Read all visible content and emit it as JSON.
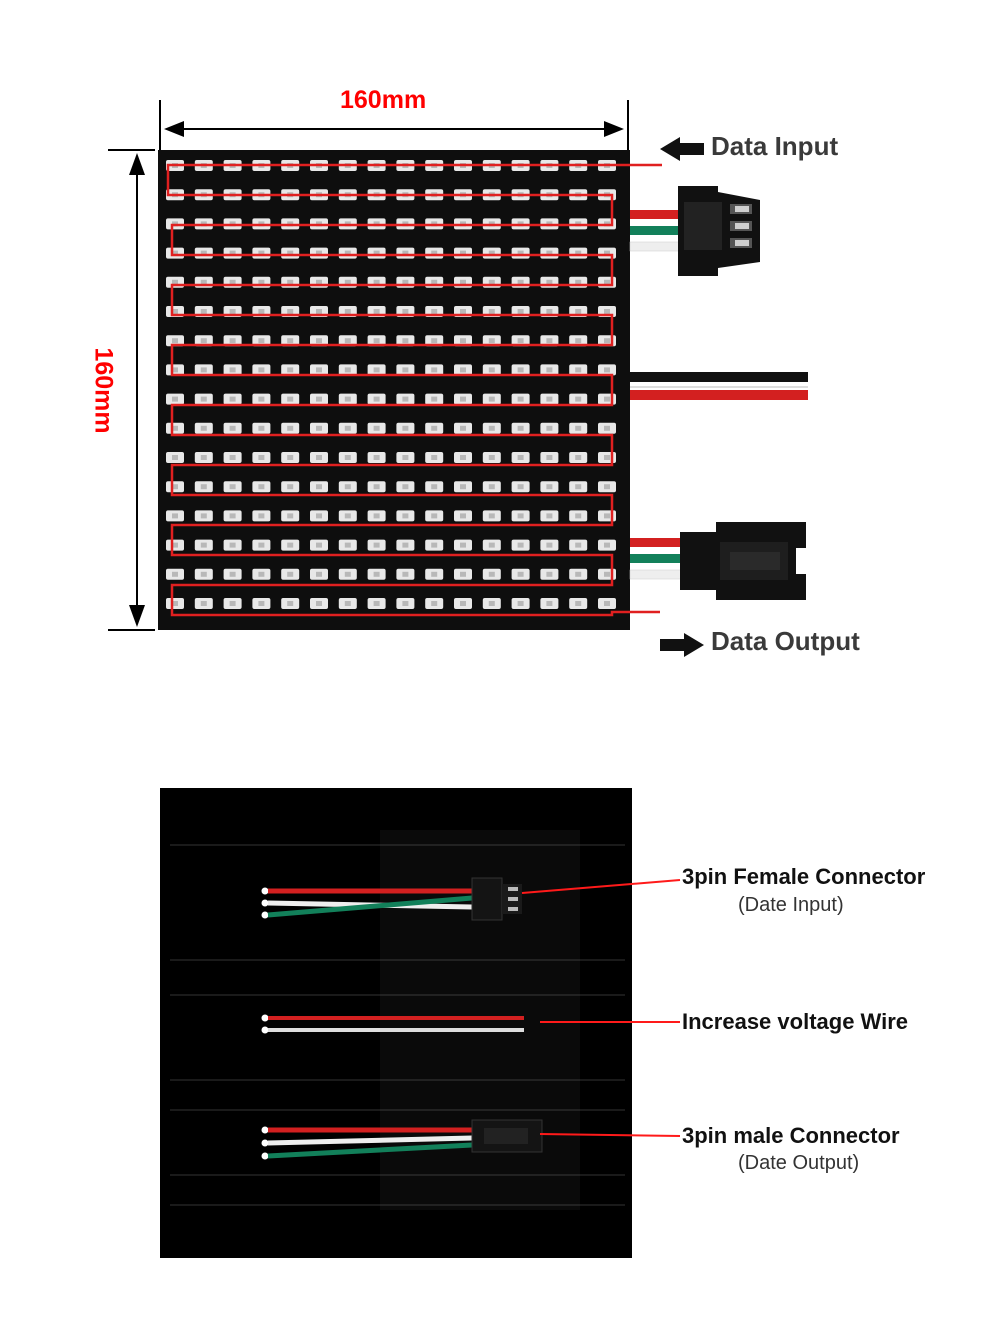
{
  "top_figure": {
    "width_label": "160mm",
    "height_label": "160mm",
    "data_input_label": "Data Input",
    "data_output_label": "Data Output"
  },
  "bottom_figure": {
    "female_connector_label": "3pin Female Connector",
    "female_connector_sub": "(Date Input)",
    "voltage_wire_label": "Increase voltage Wire",
    "male_connector_label": "3pin male Connector",
    "male_connector_sub": "(Date Output)"
  },
  "colors": {
    "accent_red": "#ff0000",
    "trace_red": "#e02020",
    "board": "#0e0e0e",
    "led": "#e8e8e8",
    "wire_green": "#12805a",
    "wire_white": "#f0f0f0",
    "wire_black": "#111111"
  }
}
